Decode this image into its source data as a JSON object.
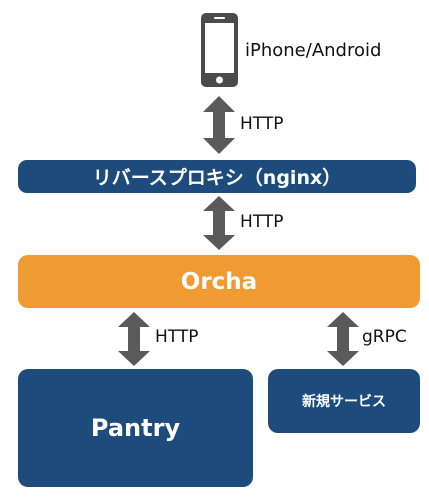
{
  "client": {
    "label": "iPhone/Android",
    "icon": "smartphone-icon"
  },
  "proxy": {
    "label": "リバースプロキシ（nginx）"
  },
  "orcha": {
    "label": "Orcha"
  },
  "pantry": {
    "label": "Pantry"
  },
  "new_service": {
    "label": "新規サービス"
  },
  "connections": [
    {
      "protocol": "HTTP"
    },
    {
      "protocol": "HTTP"
    },
    {
      "protocol": "HTTP"
    },
    {
      "protocol": "gRPC"
    }
  ],
  "colors": {
    "navy": "#1d4b7c",
    "orange": "#f09a32",
    "arrow": "#5a5a5a",
    "phone": "#4b4b4b"
  }
}
